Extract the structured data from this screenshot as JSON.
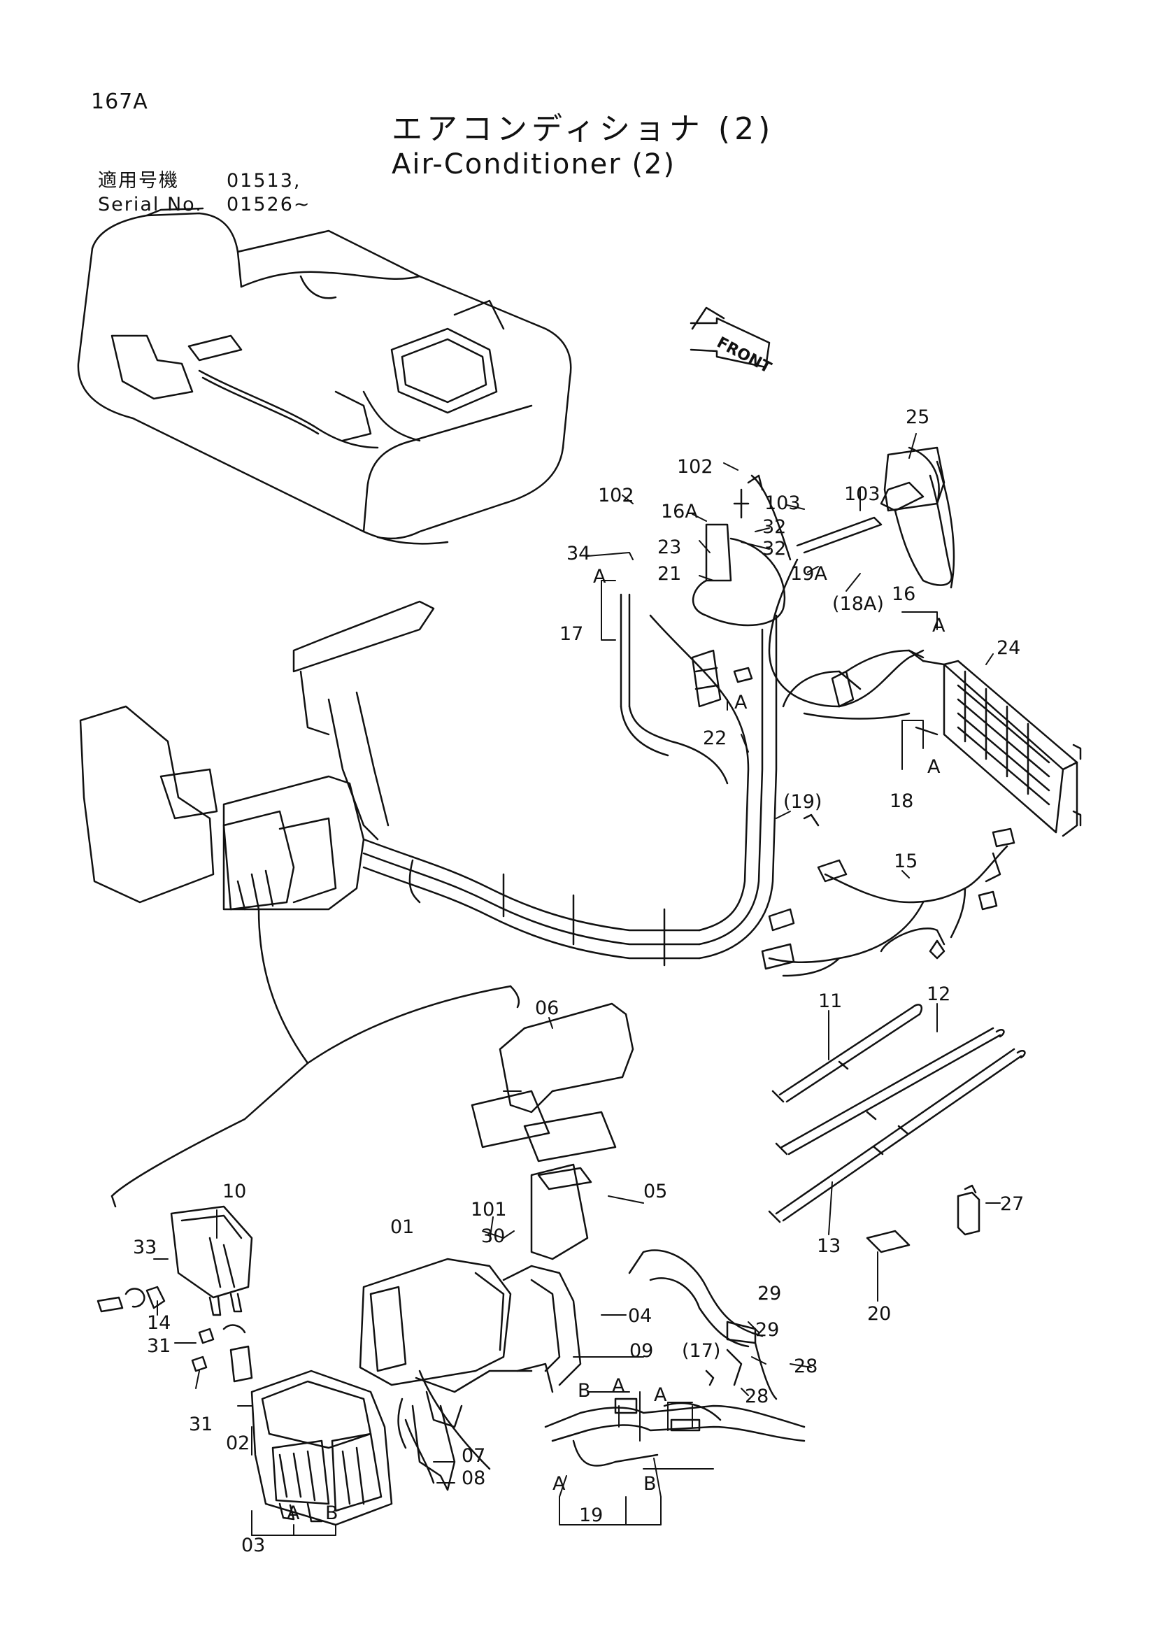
{
  "header": {
    "page_id": "167A",
    "title_jp": "エアコンディショナ (2)",
    "title_en": "Air-Conditioner (2)",
    "serial_label_jp": "適用号機",
    "serial_label_en": "Serial No.",
    "serial_value_1": "01513,",
    "serial_value_2": "01526~"
  },
  "direction_arrow": "FRONT",
  "callouts": {
    "c01": "01",
    "c02": "02",
    "c03": "03",
    "c04": "04",
    "c05": "05",
    "c06": "06",
    "c07": "07",
    "c08": "08",
    "c09": "09",
    "c10": "10",
    "c11": "11",
    "c12": "12",
    "c13": "13",
    "c14": "14",
    "c15": "15",
    "c16": "16",
    "c16a": "16A",
    "c17": "17",
    "c17p": "(17)",
    "c18": "18",
    "c18ap": "(18A)",
    "c19": "19",
    "c19a": "19A",
    "c19p": "(19)",
    "c20": "20",
    "c21": "21",
    "c22": "22",
    "c23": "23",
    "c24": "24",
    "c25": "25",
    "c27": "27",
    "c28": "28",
    "c29": "29",
    "c30": "30",
    "c31": "31",
    "c32": "32",
    "c33": "33",
    "c34": "34",
    "c101": "101",
    "c102": "102",
    "c103": "103",
    "A": "A",
    "B": "B"
  },
  "colors": {
    "ink": "#111111",
    "paper": "#ffffff"
  }
}
